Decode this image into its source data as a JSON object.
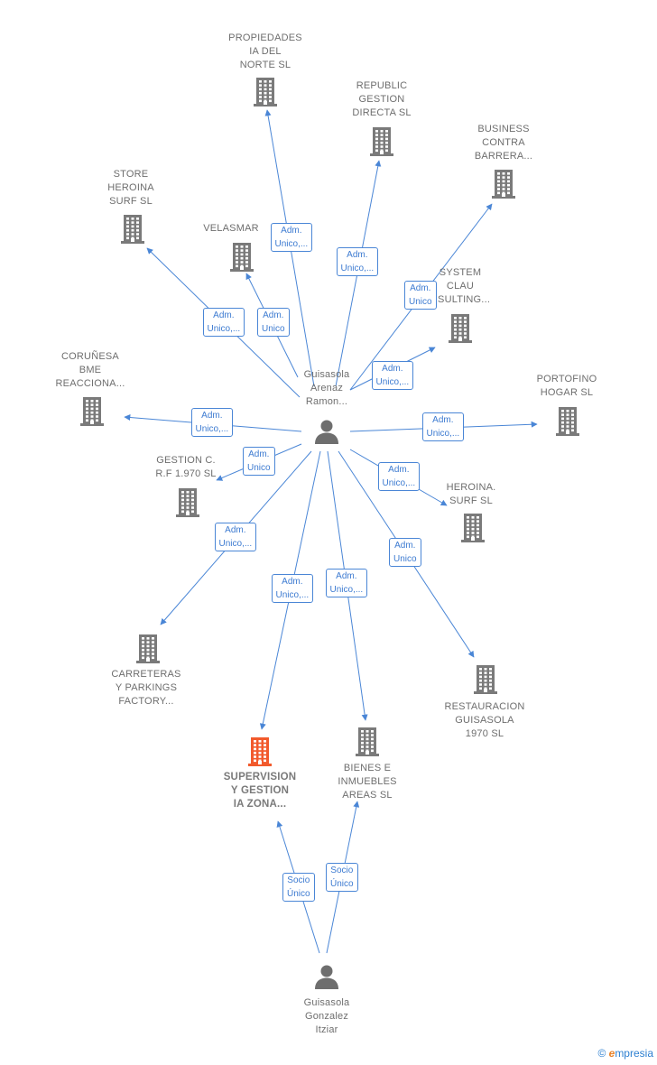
{
  "colors": {
    "edge": "#4a86d6",
    "building": "#7a7a7a",
    "building_highlight": "#f25a2c",
    "person": "#6e6e6e"
  },
  "center_person": {
    "name": "Guisasola\nArenaz\nRamon...",
    "icon": "person-icon"
  },
  "second_person": {
    "name": "Guisasola\nGonzalez\nItziar",
    "icon": "person-icon"
  },
  "companies": [
    {
      "id": "propiedades",
      "name": "PROPIEDADES\nIA DEL\nNORTE  SL",
      "icon": "building-icon"
    },
    {
      "id": "republic",
      "name": "REPUBLIC\nGESTION\nDIRECTA  SL",
      "icon": "building-icon"
    },
    {
      "id": "business",
      "name": "BUSINESS\nCONTRA\nBARRERA...",
      "icon": "building-icon"
    },
    {
      "id": "store",
      "name": "STORE\nHEROINA\nSURF  SL",
      "icon": "building-icon"
    },
    {
      "id": "velasmar",
      "name": "VELASMAR",
      "icon": "building-icon"
    },
    {
      "id": "system",
      "name": "SYSTEM\nCLAU\nNSULTING...",
      "icon": "building-icon"
    },
    {
      "id": "corunesa",
      "name": "CORUÑESA\nBME\nREACCIONA...",
      "icon": "building-icon"
    },
    {
      "id": "portofino",
      "name": "PORTOFINO\nHOGAR  SL",
      "icon": "building-icon"
    },
    {
      "id": "gestionc",
      "name": "GESTION C.\nR.F 1.970  SL",
      "icon": "building-icon"
    },
    {
      "id": "heroina",
      "name": "HEROINA.\nSURF  SL",
      "icon": "building-icon"
    },
    {
      "id": "carreteras",
      "name": "CARRETERAS\nY PARKINGS\nFACTORY...",
      "icon": "building-icon"
    },
    {
      "id": "restauracion",
      "name": "RESTAURACION\nGUISASOLA\n1970 SL",
      "icon": "building-icon"
    },
    {
      "id": "supervision",
      "name": "SUPERVISION\nY GESTION\nIA ZONA...",
      "icon": "building-icon",
      "highlight": true
    },
    {
      "id": "bienes",
      "name": "BIENES E\nINMUEBLES\nAREAS  SL",
      "icon": "building-icon"
    }
  ],
  "relations": [
    {
      "to": "propiedades",
      "label": "Adm.\nUnico,..."
    },
    {
      "to": "republic",
      "label": "Adm.\nUnico,..."
    },
    {
      "to": "business",
      "label": "Adm.\nUnico"
    },
    {
      "to": "store",
      "label": "Adm.\nUnico,..."
    },
    {
      "to": "velasmar",
      "label": "Adm.\nUnico"
    },
    {
      "to": "system",
      "label": "Adm.\nUnico,..."
    },
    {
      "to": "corunesa",
      "label": "Adm.\nUnico,..."
    },
    {
      "to": "portofino",
      "label": "Adm.\nUnico,..."
    },
    {
      "to": "gestionc",
      "label": "Adm.\nUnico"
    },
    {
      "to": "heroina",
      "label": "Adm.\nUnico,..."
    },
    {
      "to": "restauracion",
      "label": "Adm.\nUnico"
    },
    {
      "to": "carreteras",
      "label": "Adm.\nUnico,..."
    },
    {
      "to": "supervision",
      "label": "Adm.\nUnico,..."
    },
    {
      "to": "bienes",
      "label": "Adm.\nUnico,..."
    },
    {
      "from": "second",
      "to": "supervision",
      "label": "Socio\nÚnico"
    },
    {
      "from": "second",
      "to": "bienes",
      "label": "Socio\nÚnico"
    }
  ],
  "footer": {
    "copyright": "©",
    "brand_initial": "e",
    "brand_rest": "mpresia"
  }
}
